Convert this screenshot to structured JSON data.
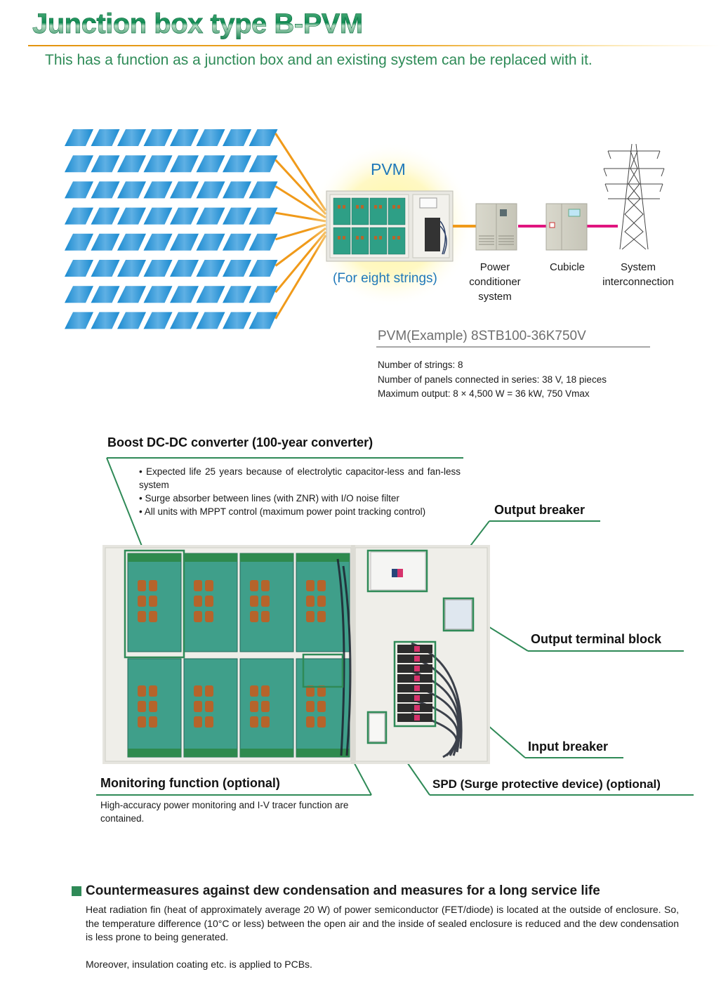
{
  "header": {
    "title": "Junction box type B-PVM",
    "subtitle": "This has a function as a junction box and an existing system can be replaced with it."
  },
  "diagram": {
    "pvm_label": "PVM",
    "pvm_sub_label": "(For eight strings)",
    "string_count": 8,
    "panels_per_string_shown": 8,
    "equipment": [
      {
        "name": "power-conditioner",
        "label_lines": [
          "Power",
          "conditioner",
          "system"
        ]
      },
      {
        "name": "cubicle",
        "label_lines": [
          "Cubicle"
        ]
      },
      {
        "name": "system-interconnection",
        "label_lines": [
          "System",
          "interconnection"
        ]
      }
    ],
    "colors": {
      "panel_blue": "#1a8ad0",
      "string_wire": "#f09a1a",
      "ac_wire": "#e0157f",
      "glow": "#fff59a"
    }
  },
  "example": {
    "title": "PVM(Example) 8STB100-36K750V",
    "specs": [
      "Number of strings: 8",
      "Number of panels connected in series: 38 V, 18 pieces",
      "Maximum output: 8 × 4,500 W = 36 kW, 750 Vmax"
    ]
  },
  "callouts": {
    "boost": {
      "title": "Boost DC-DC converter (100-year converter)",
      "bullets": [
        "• Expected life 25 years because of electrolytic capacitor-less and fan-less system",
        "• Surge absorber between lines (with ZNR) with I/O noise filter",
        "• All units with MPPT control (maximum power point tracking control)"
      ]
    },
    "output_breaker": "Output breaker",
    "output_terminal_block": "Output terminal block",
    "input_breaker": "Input breaker",
    "spd": "SPD (Surge protective device) (optional)",
    "monitoring": {
      "title": "Monitoring function (optional)",
      "body": "High-accuracy power monitoring and I-V tracer function are contained."
    }
  },
  "bottom": {
    "heading": "Countermeasures against dew condensation and measures for a long service life",
    "paragraphs": [
      "Heat radiation fin (heat of approximately average 20 W) of power semiconductor (FET/diode) is located at the outside of enclosure. So, the temperature difference (10°C or less) between the open air and the inside of sealed enclosure is reduced and the dew condensation is less prone to being generated.",
      "Moreover, insulation coating etc. is applied to PCBs."
    ]
  },
  "accent_color": "#2f8a57"
}
